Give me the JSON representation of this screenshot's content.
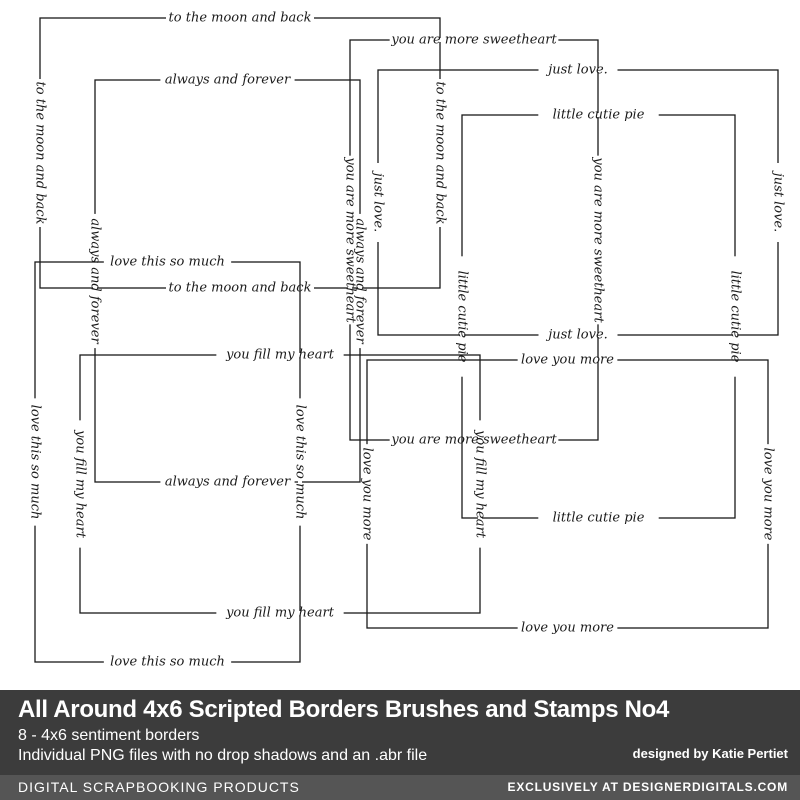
{
  "product": {
    "title": "All Around 4x6 Scripted Borders Brushes and Stamps No4",
    "subtitle_1": "8 - 4x6 sentiment borders",
    "subtitle_2": "Individual PNG files with no drop shadows and an .abr file",
    "designer_credit": "designed by Katie Pertiet",
    "category": "DIGITAL SCRAPBOOKING PRODUCTS",
    "store": "EXCLUSIVELY AT DESIGNERDIGITALS.COM"
  },
  "colors": {
    "ink": "#1a1a1a",
    "background": "#ffffff",
    "bar": "#3c3c3c",
    "band": "#555555"
  },
  "borders": [
    {
      "id": "to-the-moon-and-back",
      "phrase": "to the moon and back"
    },
    {
      "id": "always-and-forever",
      "phrase": "always and forever"
    },
    {
      "id": "you-are-more-sweetheart",
      "phrase": "you are more sweetheart"
    },
    {
      "id": "just-love",
      "phrase": "just love."
    },
    {
      "id": "little-cutie-pie",
      "phrase": "little cutie pie"
    },
    {
      "id": "love-this-so-much",
      "phrase": "love this so much"
    },
    {
      "id": "you-fill-my-heart",
      "phrase": "you fill my heart"
    },
    {
      "id": "love-you-more",
      "phrase": "love you more"
    }
  ]
}
